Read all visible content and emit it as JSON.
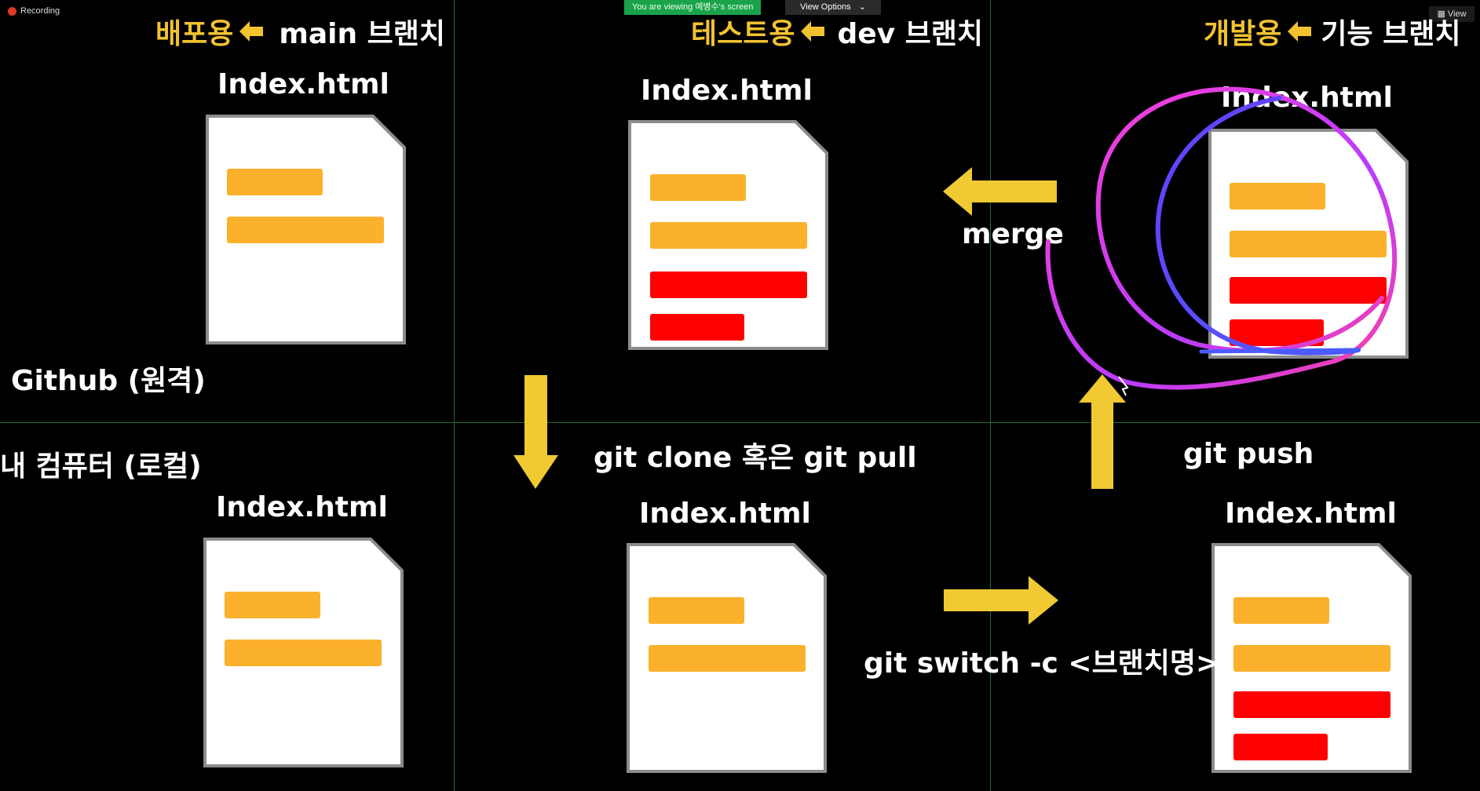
{
  "zoom": {
    "recording_label": "Recording",
    "viewing_banner": "You are viewing 예병수's screen",
    "view_options_label": "View Options",
    "view_button_label": "View"
  },
  "headers": {
    "main": {
      "role": "배포용",
      "branch": "main 브랜치"
    },
    "dev": {
      "role": "테스트용",
      "branch": "dev 브랜치"
    },
    "feature": {
      "role": "개발용",
      "branch": "기능 브랜치"
    }
  },
  "docs": {
    "main_remote": "Index.html",
    "dev_remote": "Index.html",
    "feature_remote": "Index.html",
    "main_local": "Index.html",
    "dev_local": "Index.html",
    "feature_local": "Index.html"
  },
  "labels": {
    "remote": "Github (원격)",
    "local": "내 컴퓨터 (로컬)",
    "merge": "merge",
    "clone_pull": "git clone 혹은 git pull",
    "push": "git push",
    "switch": "git switch -c <브랜치명>"
  },
  "colors": {
    "accent_yellow": "#f2c230",
    "bar_orange": "#fbb12b",
    "bar_red": "#ff0000",
    "grid_green": "#1f6b2f"
  }
}
